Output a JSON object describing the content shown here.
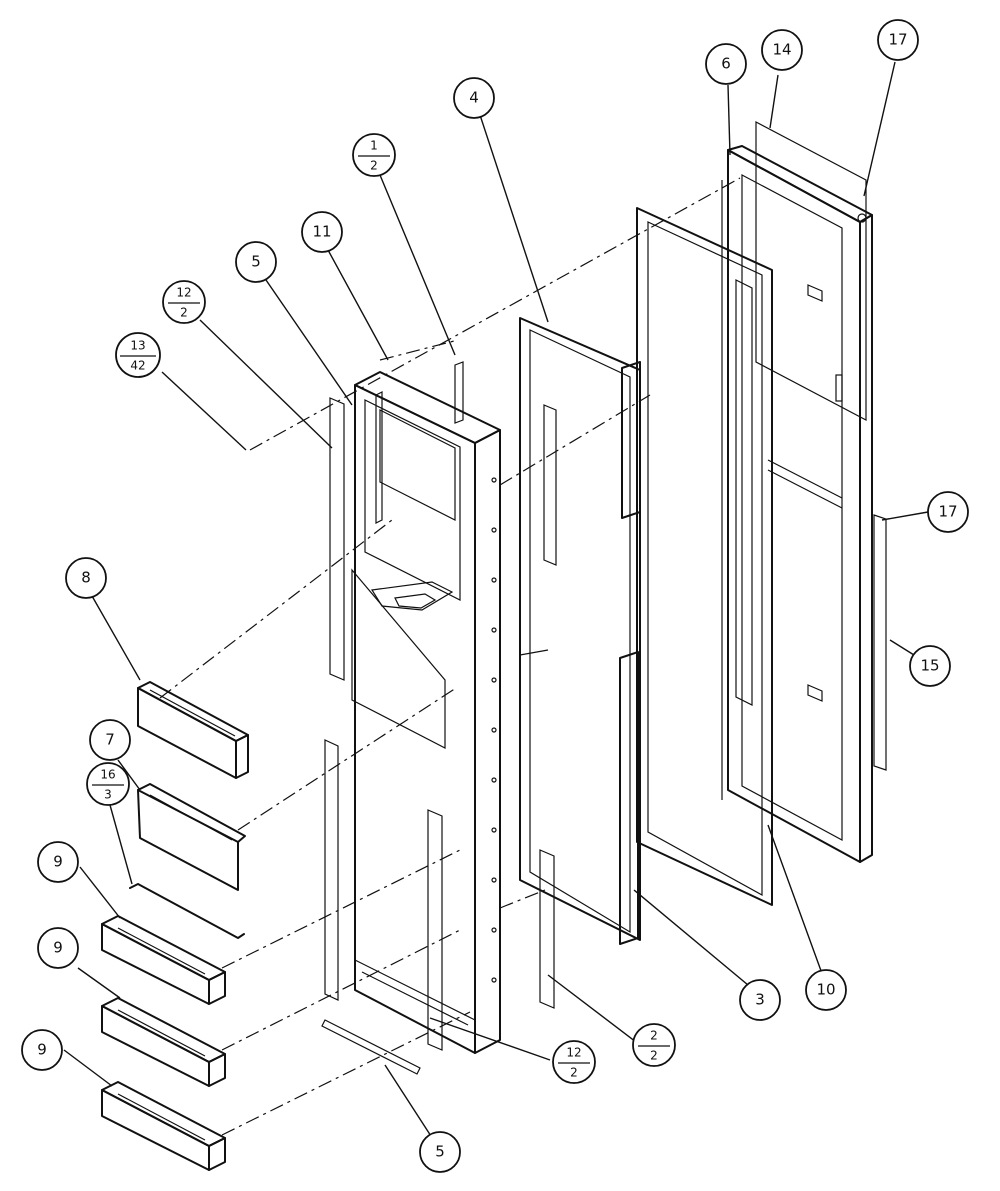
{
  "callouts": [
    {
      "id": "c1",
      "label": "4"
    },
    {
      "id": "c2",
      "label": "6"
    },
    {
      "id": "c3",
      "label": "14"
    },
    {
      "id": "c4",
      "label": "17"
    },
    {
      "id": "c5",
      "top": "1",
      "bottom": "2"
    },
    {
      "id": "c6",
      "label": "11"
    },
    {
      "id": "c7",
      "label": "5"
    },
    {
      "id": "c8",
      "top": "12",
      "bottom": "2"
    },
    {
      "id": "c9",
      "top": "13",
      "bottom": "42"
    },
    {
      "id": "c10",
      "label": "17"
    },
    {
      "id": "c11",
      "label": "8"
    },
    {
      "id": "c12",
      "label": "15"
    },
    {
      "id": "c13",
      "label": "7"
    },
    {
      "id": "c14",
      "top": "16",
      "bottom": "3"
    },
    {
      "id": "c15",
      "label": "9"
    },
    {
      "id": "c16",
      "label": "9"
    },
    {
      "id": "c17",
      "label": "3"
    },
    {
      "id": "c18",
      "label": "10"
    },
    {
      "id": "c19",
      "top": "2",
      "bottom": "2"
    },
    {
      "id": "c20",
      "top": "12",
      "bottom": "2"
    },
    {
      "id": "c21",
      "label": "9"
    },
    {
      "id": "c22",
      "label": "5"
    }
  ]
}
